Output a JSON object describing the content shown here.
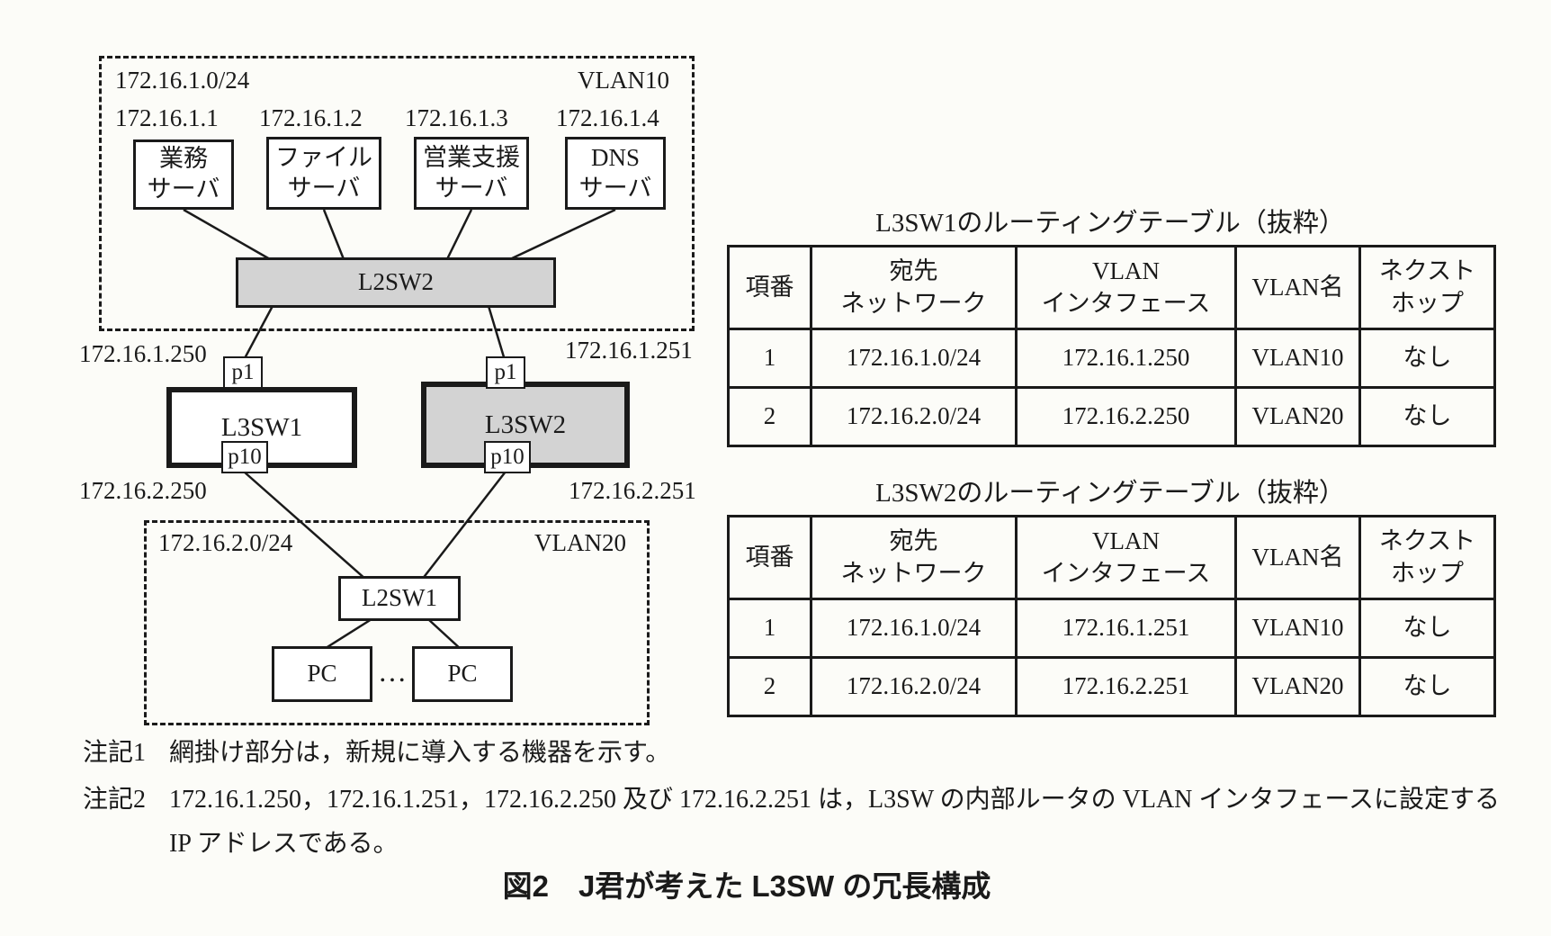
{
  "colors": {
    "paper": "#fcfcf8",
    "ink": "#1a1a1a",
    "shaded_new_device_fill": "#d3d3d3"
  },
  "diagram": {
    "vlan10": {
      "subnet": "172.16.1.0/24",
      "vlan_label": "VLAN10",
      "servers": [
        {
          "ip": "172.16.1.1",
          "name": "業務\nサーバ"
        },
        {
          "ip": "172.16.1.2",
          "name": "ファイル\nサーバ"
        },
        {
          "ip": "172.16.1.3",
          "name": "営業支援\nサーバ"
        },
        {
          "ip": "172.16.1.4",
          "name": "DNS\nサーバ"
        }
      ],
      "switch_label": "L2SW2"
    },
    "l3sw1": {
      "label": "L3SW1",
      "port_top": "p1",
      "port_bottom": "p10",
      "ip_top": "172.16.1.250",
      "ip_bottom": "172.16.2.250"
    },
    "l3sw2": {
      "label": "L3SW2",
      "port_top": "p1",
      "port_bottom": "p10",
      "ip_top": "172.16.1.251",
      "ip_bottom": "172.16.2.251"
    },
    "vlan20": {
      "subnet": "172.16.2.0/24",
      "vlan_label": "VLAN20",
      "switch_label": "L2SW1",
      "pc_left": "PC",
      "pc_right": "PC",
      "ellipsis": "…"
    }
  },
  "tables": [
    {
      "title": "L3SW1のルーティングテーブル（抜粋）",
      "headers": [
        "項番",
        "宛先\nネットワーク",
        "VLAN\nインタフェース",
        "VLAN名",
        "ネクスト\nホップ"
      ],
      "rows": [
        [
          "1",
          "172.16.1.0/24",
          "172.16.1.250",
          "VLAN10",
          "なし"
        ],
        [
          "2",
          "172.16.2.0/24",
          "172.16.2.250",
          "VLAN20",
          "なし"
        ]
      ]
    },
    {
      "title": "L3SW2のルーティングテーブル（抜粋）",
      "headers": [
        "項番",
        "宛先\nネットワーク",
        "VLAN\nインタフェース",
        "VLAN名",
        "ネクスト\nホップ"
      ],
      "rows": [
        [
          "1",
          "172.16.1.0/24",
          "172.16.1.251",
          "VLAN10",
          "なし"
        ],
        [
          "2",
          "172.16.2.0/24",
          "172.16.2.251",
          "VLAN20",
          "なし"
        ]
      ]
    }
  ],
  "notes": [
    {
      "label": "注記1",
      "text": "網掛け部分は，新規に導入する機器を示す。"
    },
    {
      "label": "注記2",
      "text": "172.16.1.250，172.16.1.251，172.16.2.250 及び 172.16.2.251 は，L3SW の内部ルータの VLAN インタフェースに設定する IP アドレスである。"
    }
  ],
  "caption": "図2　J君が考えた L3SW の冗長構成"
}
